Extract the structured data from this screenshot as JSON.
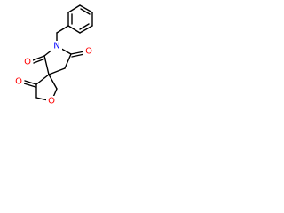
{
  "molecule": {
    "atoms": {
      "ring_nitrogen": {
        "symbol": "N",
        "color": "#0000ff"
      },
      "imide_oxygen_right": {
        "symbol": "O",
        "color": "#ff0000"
      },
      "imide_oxygen_left": {
        "symbol": "O",
        "color": "#ff0000"
      },
      "ketone_oxygen": {
        "symbol": "O",
        "color": "#ff0000"
      },
      "ether_oxygen": {
        "symbol": "O",
        "color": "#ff0000"
      }
    },
    "bond_color": "#000000"
  }
}
